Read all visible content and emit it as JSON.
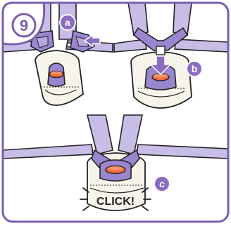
{
  "step": {
    "number": "9"
  },
  "panels": [
    {
      "label": "a"
    },
    {
      "label": "b"
    },
    {
      "label": "c",
      "sound": "CLICK!"
    }
  ],
  "colors": {
    "frame": "#7a5fb0",
    "badge": "#8a6cc2",
    "strap": "#c8bde6",
    "strap_dark": "#a796d4",
    "buckle": "#9a86cf",
    "button": "#f26b3a",
    "seat": "#f7f4ec",
    "outline": "#222222",
    "arrow": "#8a6cc2"
  }
}
